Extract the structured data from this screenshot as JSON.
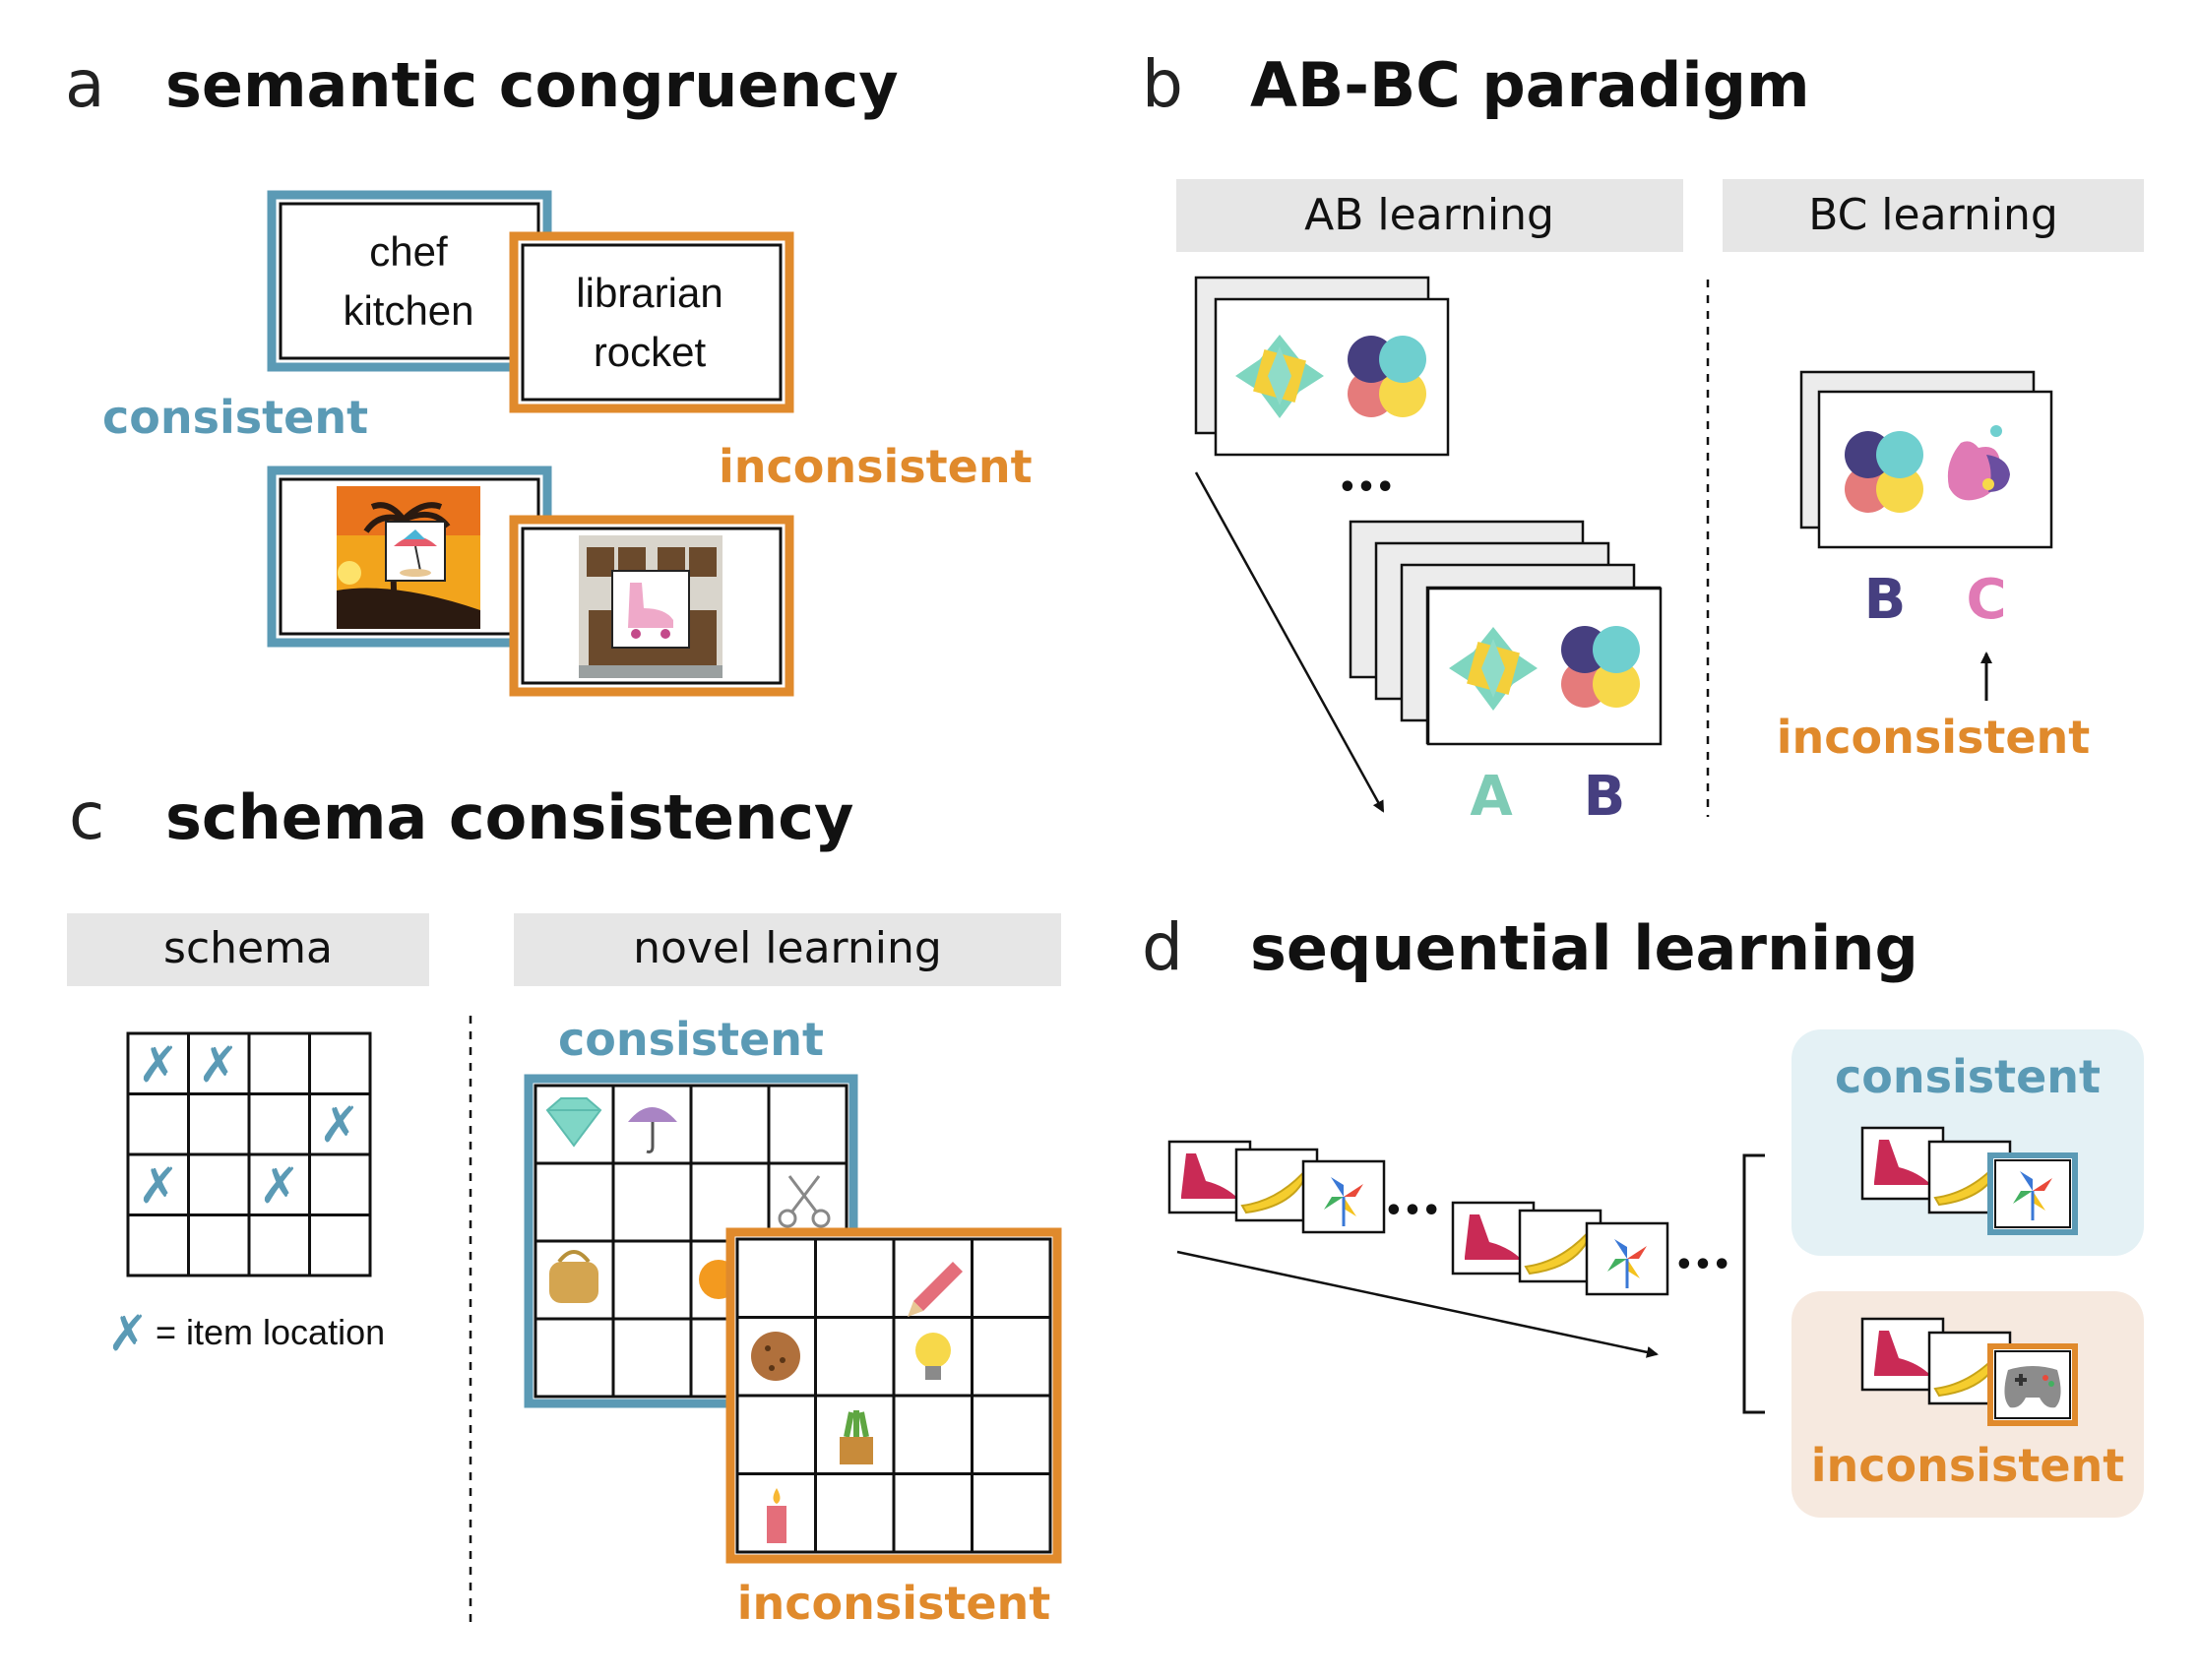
{
  "panels": {
    "a": {
      "letter": "a",
      "title": "semantic congruency",
      "card_consistent": {
        "line1": "chef",
        "line2": "kitchen"
      },
      "card_inconsistent": {
        "line1": "librarian",
        "line2": "rocket"
      },
      "label_consistent": "consistent",
      "label_inconsistent": "inconsistent"
    },
    "b": {
      "letter": "b",
      "title": "AB-BC paradigm",
      "header_ab": "AB learning",
      "header_bc": "BC learning",
      "ellipsis": "•••",
      "label_A": "A",
      "label_B": "B",
      "label_B2": "B",
      "label_C": "C",
      "label_inconsistent": "inconsistent"
    },
    "c": {
      "letter": "c",
      "title": "schema consistency",
      "header_schema": "schema",
      "header_novel": "novel learning",
      "legend_text": "= item location",
      "label_consistent": "consistent",
      "label_inconsistent": "inconsistent"
    },
    "d": {
      "letter": "d",
      "title": "sequential learning",
      "ellipsis1": "•••",
      "ellipsis2": "•••",
      "label_consistent": "consistent",
      "label_inconsistent": "inconsistent"
    }
  },
  "colors": {
    "blue": "#5b9ab5",
    "orange": "#e08a2c",
    "header_gray": "#e6e6e6",
    "letter_A": "#7ecbb5",
    "letter_B": "#463f80",
    "letter_C": "#e07ab5",
    "panel_blue_bg": "#e4f1f5",
    "panel_orange_bg": "#f6e9df"
  }
}
